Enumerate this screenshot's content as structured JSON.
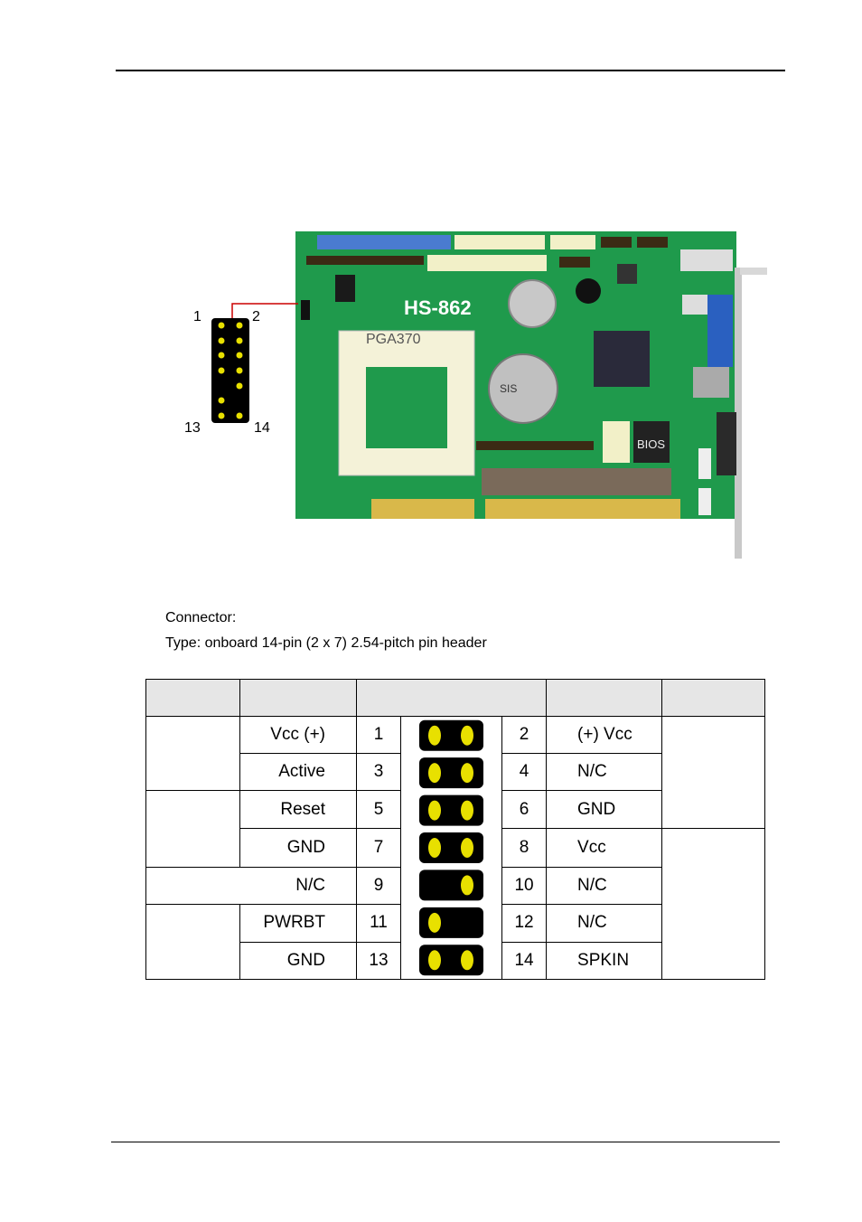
{
  "figure": {
    "board_label": "HS-862",
    "chip_label_1": "SIS",
    "chip_label_2": "BIOS",
    "cpu_label": "PGA370",
    "pin_label_top_left": "1",
    "pin_label_top_right": "2",
    "pin_label_bottom_left": "13",
    "pin_label_bottom_right": "14"
  },
  "connector": {
    "connector_line": "Connector:",
    "type_line": "Type: onboard 14-pin (2 x 7) 2.54-pitch pin header"
  },
  "table": {
    "rows": [
      {
        "left_signal": "Vcc  (+)",
        "left_pin": "1",
        "right_pin": "2",
        "right_signal": "(+) Vcc",
        "left_pin_present": true,
        "right_pin_present": true
      },
      {
        "left_signal": "Active",
        "left_pin": "3",
        "right_pin": "4",
        "right_signal": "N/C",
        "left_pin_present": true,
        "right_pin_present": true
      },
      {
        "left_signal": "Reset",
        "left_pin": "5",
        "right_pin": "6",
        "right_signal": "GND",
        "left_pin_present": true,
        "right_pin_present": true
      },
      {
        "left_signal": "GND",
        "left_pin": "7",
        "right_pin": "8",
        "right_signal": "Vcc",
        "left_pin_present": true,
        "right_pin_present": true
      },
      {
        "left_signal": "N/C",
        "left_pin": "9",
        "right_pin": "10",
        "right_signal": "N/C",
        "left_pin_present": false,
        "right_pin_present": true
      },
      {
        "left_signal": "PWRBT",
        "left_pin": "11",
        "right_pin": "12",
        "right_signal": "N/C",
        "left_pin_present": true,
        "right_pin_present": false
      },
      {
        "left_signal": "GND",
        "left_pin": "13",
        "right_pin": "14",
        "right_signal": "SPKIN",
        "left_pin_present": true,
        "right_pin_present": true
      }
    ]
  },
  "colors": {
    "pcb_green": "#1f9a4c",
    "pin_yellow": "#e8e000",
    "header_bg": "#e6e6e6",
    "leader_red": "#cc0000"
  }
}
